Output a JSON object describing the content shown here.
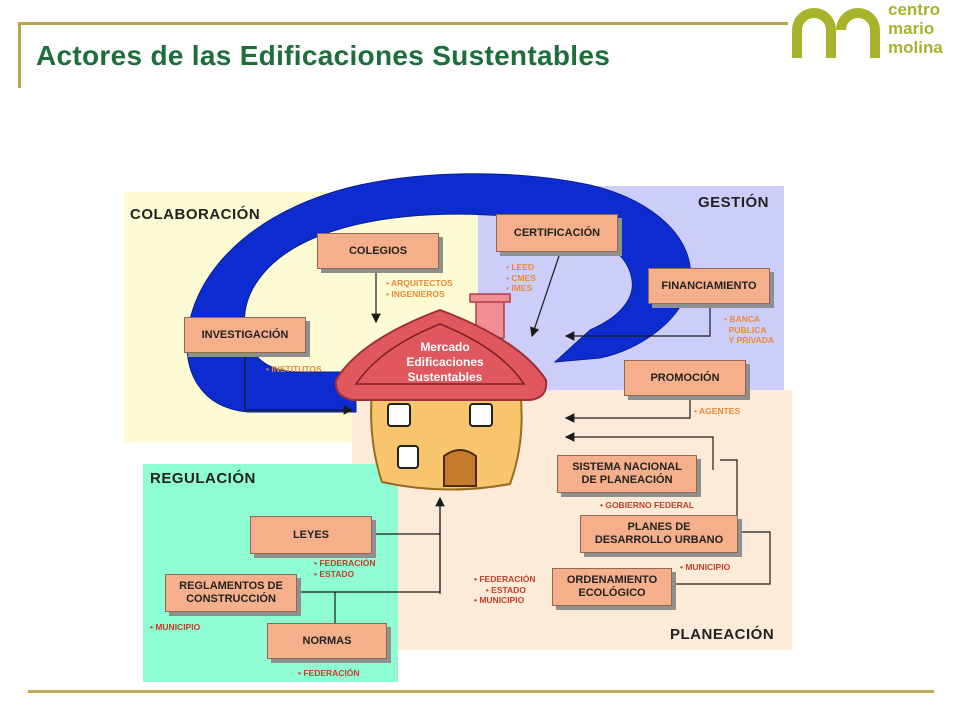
{
  "title": "Actores de las Edificaciones Sustentables",
  "logo": {
    "line1": "centro",
    "line2": "mario",
    "line3": "molina",
    "color": "#a8b32b"
  },
  "zones": {
    "colaboracion": "COLABORACIÓN",
    "gestion": "GESTIÓN",
    "regulacion": "REGULACIÓN",
    "planeacion": "PLANEACIÓN"
  },
  "house": {
    "line1": "Mercado",
    "line2": "Edificaciones",
    "line3": "Sustentables"
  },
  "boxes": {
    "colegios": "COLEGIOS",
    "investigacion": "INVESTIGACIÓN",
    "certificacion": "CERTIFICACIÓN",
    "financiamiento": "FINANCIAMIENTO",
    "promocion": "PROMOCIÓN",
    "sistema_line1": "SISTEMA NACIONAL",
    "sistema_line2": "DE PLANEACIÓN",
    "planes_line1": "PLANES DE",
    "planes_line2": "DESARROLLO URBANO",
    "ordenamiento_line1": "ORDENAMIENTO",
    "ordenamiento_line2": "ECOLÓGICO",
    "leyes": "LEYES",
    "reglamentos_line1": "REGLAMENTOS DE",
    "reglamentos_line2": "CONSTRUCCIÓN",
    "normas": "NORMAS"
  },
  "notes": {
    "colegios": "• ARQUITECTOS\n• INGENIEROS",
    "investigacion": "• INSTITUTOS",
    "certificacion": "• LEED\n• CMES\n• IMES",
    "financiamiento": "• BANCA\n  PUBLICA\n  Y PRIVADA",
    "promocion": "• AGENTES",
    "sistema": "• GOBIERNO FEDERAL",
    "planes": "• MUNICIPIO",
    "ordenamiento": "• FEDERACIÓN\n     • ESTADO\n• MUNICIPIO",
    "leyes": "• FEDERACIÓN\n• ESTADO",
    "reglamentos": "• MUNICIPIO",
    "normas": "• FEDERACIÓN"
  },
  "colors": {
    "title": "#1e6e3c",
    "colaboracion_bg": "#fdfbd3",
    "gestion_bg": "#cdcdfa",
    "regulacion_bg": "#8ffcd3",
    "planeacion_bg": "#fcebd9",
    "arc": "#0d2ccf",
    "box": "#f5b08b",
    "roof": "#e0585e",
    "house_wall": "#f9c66d"
  }
}
